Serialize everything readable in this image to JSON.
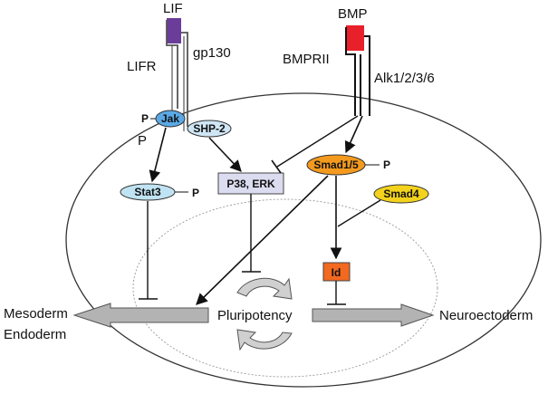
{
  "receptors": {
    "lif": "LIF",
    "lifr": "LIFR",
    "gp130": "gp130",
    "bmp": "BMP",
    "bmprii": "BMPRII",
    "alk": "Alk1/2/3/6"
  },
  "nodes": {
    "jak": "Jak",
    "shp2": "SHP-2",
    "stat3": "Stat3",
    "p38_erk": "P38, ERK",
    "smad15": "Smad1/5",
    "smad4": "Smad4",
    "id": "Id"
  },
  "phospho": {
    "p_jak": "P",
    "p_below_jak": "P",
    "p_stat3": "P",
    "p_smad15": "P"
  },
  "fates": {
    "pluripotency": "Pluripotency",
    "mesoderm": "Mesoderm",
    "endoderm": "Endoderm",
    "neuroectoderm": "Neuroectoderm"
  },
  "colors": {
    "lif_receptor": "#6a3d9a",
    "bmp_receptor": "#e8202a",
    "jak": "#5aa9e6",
    "shp2": "#cfe6f5",
    "stat3": "#bfe3f2",
    "p38_erk": "#dcdcf0",
    "smad15": "#f39a1e",
    "smad4": "#f2d21c",
    "id": "#f2691f",
    "arrow_fill": "#b3b3b3"
  }
}
